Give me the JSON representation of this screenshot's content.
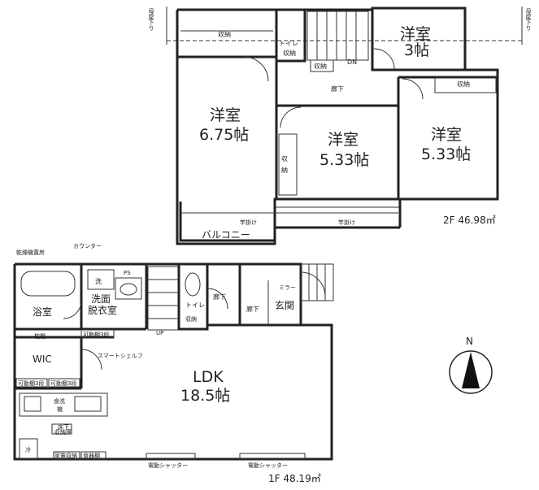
{
  "north": "N",
  "property_line_label": "母屋下り",
  "floor2": {
    "area_label": "2F  46.98㎡",
    "rooms": [
      {
        "id": "wr3",
        "label": "洋室",
        "size": "3帖"
      },
      {
        "id": "wr675",
        "label": "洋室",
        "size": "6.75帖"
      },
      {
        "id": "wr533a",
        "label": "洋室",
        "size": "5.33帖"
      },
      {
        "id": "wr533b",
        "label": "洋室",
        "size": "5.33帖"
      }
    ],
    "closet": "収納",
    "closet_b": "収納",
    "closet_c": "収納",
    "closet_v1": "収",
    "closet_v2": "納",
    "toilet": "トイレ",
    "toilet_storage": "収納",
    "hall_storage": "収納",
    "hallway": "廊下",
    "stairs_down": "DN",
    "balcony": "バルコニー",
    "drying_pole_1": "竿掛け",
    "drying_pole_2": "竿掛け"
  },
  "floor1": {
    "area_label": "1F  48.19㎡",
    "ldk_label": "LDK",
    "ldk_size": "18.5帖",
    "dryer": "乾燥機置房",
    "counter": "カウンター",
    "bath": "浴室",
    "washroom_1": "洗面",
    "washroom_2": "脱衣室",
    "wash_mark": "洗",
    "ps": "PS",
    "toilet": "トイレ",
    "toilet_storage": "収納",
    "hall_1": "廊下",
    "hall_2": "廊下",
    "mirror": "ミラー",
    "entrance": "玄関",
    "wic": "WIC",
    "shelf_wic": "枕棚",
    "movable_3a": "可動棚3段",
    "movable_3b": "可動棚3段",
    "movable_3c": "可動棚3段",
    "smart_shelf": "スマートシェルフ",
    "stairs_up": "UP",
    "dishwasher_1": "食洗",
    "dishwasher_2": "機",
    "floor_storage_1": "床下",
    "floor_storage_2": "収納庫",
    "fridge": "冷",
    "appliance_storage": "家電収納",
    "cupboard": "食器棚",
    "shutter_1": "電動シャッター",
    "shutter_2": "電動シャッター"
  }
}
